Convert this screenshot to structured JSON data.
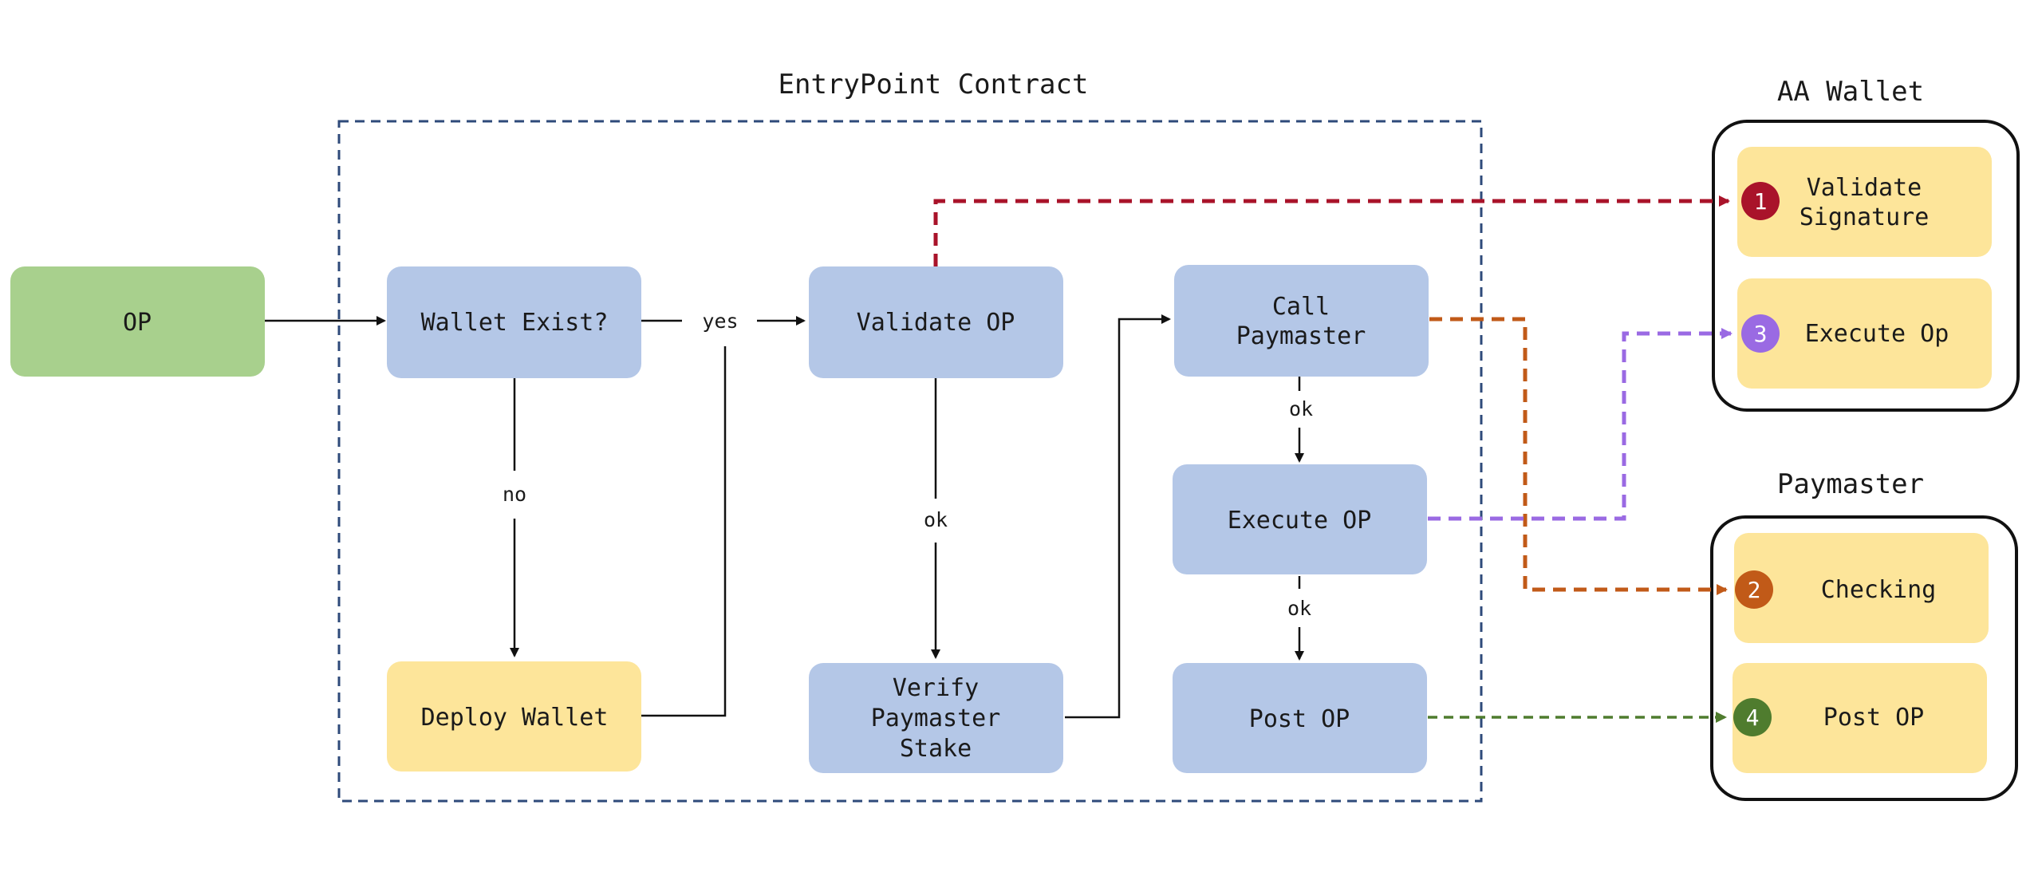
{
  "colors": {
    "start_fill": "#a8d08d",
    "process_fill": "#b4c7e7",
    "highlight_fill": "#fde59a",
    "container_border": "#2e4a7a",
    "arrow_red": "#a9132a",
    "arrow_purple": "#9a6ae3",
    "arrow_orange": "#c15a18",
    "arrow_green": "#4f7c2e"
  },
  "titles": {
    "entrypoint": "EntryPoint Contract",
    "aa_wallet": "AA Wallet",
    "paymaster": "Paymaster"
  },
  "nodes": {
    "op": "OP",
    "wallet_exist": "Wallet Exist?",
    "deploy_wallet": "Deploy Wallet",
    "validate_op": "Validate OP",
    "verify_stake": [
      "Verify",
      "Paymaster",
      "Stake"
    ],
    "call_paymaster": [
      "Call",
      "Paymaster"
    ],
    "execute_op": "Execute OP",
    "post_op": "Post OP",
    "validate_signature": [
      "Validate",
      "Signature"
    ],
    "aa_execute_op": "Execute Op",
    "checking": "Checking",
    "pm_post_op": "Post OP"
  },
  "edge_labels": {
    "yes": "yes",
    "no": "no",
    "ok_validate": "ok",
    "ok_call": "ok",
    "ok_execute": "ok"
  },
  "badges": {
    "one": "1",
    "two": "2",
    "three": "3",
    "four": "4"
  }
}
